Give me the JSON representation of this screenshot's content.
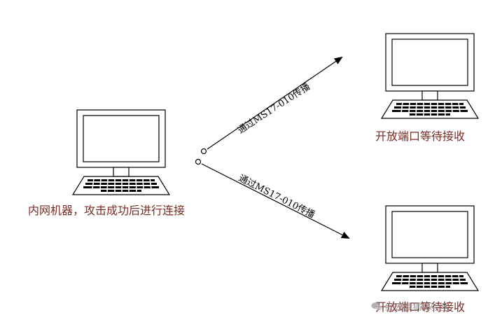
{
  "source": {
    "label": "内网机器，攻击成功后进行连接"
  },
  "targets": [
    {
      "label": "开放端口等待接收"
    },
    {
      "label": "开放端口等待接收"
    }
  ],
  "edges": [
    {
      "label": "通过MS17-010传播"
    },
    {
      "label": "通过MS17-010传播"
    }
  ],
  "watermark": {
    "text": "红云独狐实验室",
    "icon": "wechat-icon"
  },
  "colors": {
    "line": "#000000",
    "label": "#7a2a22"
  }
}
